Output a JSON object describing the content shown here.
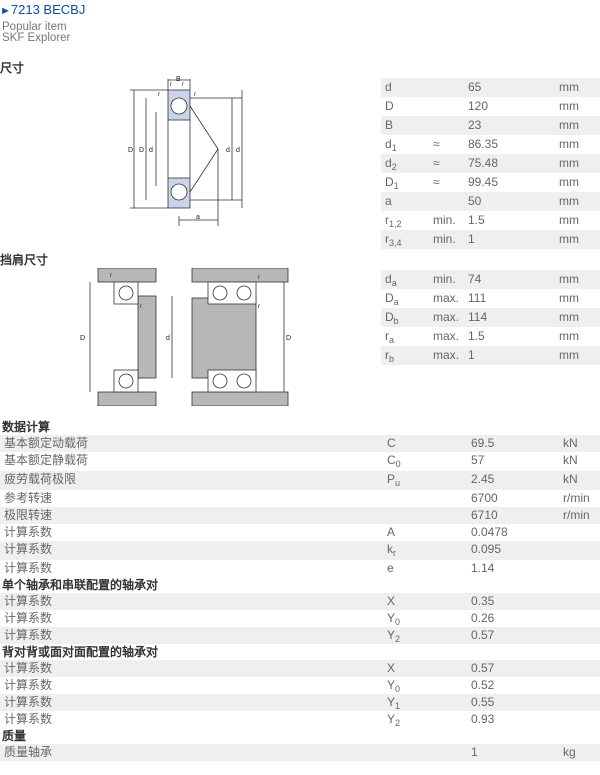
{
  "header": {
    "title": "7213 BECBJ",
    "popular": "Popular item",
    "explorer": "SKF Explorer"
  },
  "dimensions": {
    "heading": "尺寸",
    "rows": [
      {
        "sym": "d",
        "sub": "",
        "q": "",
        "val": "65",
        "unit": "mm"
      },
      {
        "sym": "D",
        "sub": "",
        "q": "",
        "val": "120",
        "unit": "mm"
      },
      {
        "sym": "B",
        "sub": "",
        "q": "",
        "val": "23",
        "unit": "mm"
      },
      {
        "sym": "d",
        "sub": "1",
        "q": "≈",
        "val": "86.35",
        "unit": "mm"
      },
      {
        "sym": "d",
        "sub": "2",
        "q": "≈",
        "val": "75.48",
        "unit": "mm"
      },
      {
        "sym": "D",
        "sub": "1",
        "q": "≈",
        "val": "99.45",
        "unit": "mm"
      },
      {
        "sym": "a",
        "sub": "",
        "q": "",
        "val": "50",
        "unit": "mm"
      },
      {
        "sym": "r",
        "sub": "1,2",
        "q": "min.",
        "val": "1.5",
        "unit": "mm"
      },
      {
        "sym": "r",
        "sub": "3,4",
        "q": "min.",
        "val": "1",
        "unit": "mm"
      }
    ]
  },
  "abutment": {
    "heading": "挡肩尺寸",
    "rows": [
      {
        "sym": "d",
        "sub": "a",
        "q": "min.",
        "val": "74",
        "unit": "mm"
      },
      {
        "sym": "D",
        "sub": "a",
        "q": "max.",
        "val": "111",
        "unit": "mm"
      },
      {
        "sym": "D",
        "sub": "b",
        "q": "max.",
        "val": "114",
        "unit": "mm"
      },
      {
        "sym": "r",
        "sub": "a",
        "q": "max.",
        "val": "1.5",
        "unit": "mm"
      },
      {
        "sym": "r",
        "sub": "b",
        "q": "max.",
        "val": "1",
        "unit": "mm"
      }
    ]
  },
  "diagram_labels": {
    "B": "B",
    "r1": "r",
    "r2": "r",
    "r3": "r",
    "r4": "r",
    "D": "D",
    "D1": "D",
    "d1": "d",
    "d2": "d",
    "d": "d",
    "a": "a",
    "ra": "r",
    "rb": "r",
    "Da": "D",
    "da": "d",
    "Db": "D"
  },
  "calc": {
    "heading": "数据计算",
    "rows": [
      {
        "label": "基本额定动载荷",
        "sym": "C",
        "sub": "",
        "val": "69.5",
        "unit": "kN"
      },
      {
        "label": "基本额定静载荷",
        "sym": "C",
        "sub": "0",
        "val": "57",
        "unit": "kN"
      },
      {
        "label": "疲劳载荷极限",
        "sym": "P",
        "sub": "u",
        "val": "2.45",
        "unit": "kN"
      },
      {
        "label": "参考转速",
        "sym": "",
        "sub": "",
        "val": "6700",
        "unit": "r/min"
      },
      {
        "label": "极限转速",
        "sym": "",
        "sub": "",
        "val": "6710",
        "unit": "r/min"
      },
      {
        "label": "计算系数",
        "sym": "A",
        "sub": "",
        "val": "0.0478",
        "unit": ""
      },
      {
        "label": "计算系数",
        "sym": "k",
        "sub": "r",
        "val": "0.095",
        "unit": ""
      },
      {
        "label": "计算系数",
        "sym": "e",
        "sub": "",
        "val": "1.14",
        "unit": ""
      }
    ],
    "single_heading": "单个轴承和串联配置的轴承对",
    "single_rows": [
      {
        "label": "计算系数",
        "sym": "X",
        "sub": "",
        "val": "0.35",
        "unit": ""
      },
      {
        "label": "计算系数",
        "sym": "Y",
        "sub": "0",
        "val": "0.26",
        "unit": ""
      },
      {
        "label": "计算系数",
        "sym": "Y",
        "sub": "2",
        "val": "0.57",
        "unit": ""
      }
    ],
    "pair_heading": "背对背或面对面配置的轴承对",
    "pair_rows": [
      {
        "label": "计算系数",
        "sym": "X",
        "sub": "",
        "val": "0.57",
        "unit": ""
      },
      {
        "label": "计算系数",
        "sym": "Y",
        "sub": "0",
        "val": "0.52",
        "unit": ""
      },
      {
        "label": "计算系数",
        "sym": "Y",
        "sub": "1",
        "val": "0.55",
        "unit": ""
      },
      {
        "label": "计算系数",
        "sym": "Y",
        "sub": "2",
        "val": "0.93",
        "unit": ""
      }
    ],
    "mass_heading": "质量",
    "mass_rows": [
      {
        "label": "质量轴承",
        "sym": "",
        "sub": "",
        "val": "1",
        "unit": "kg"
      }
    ]
  }
}
